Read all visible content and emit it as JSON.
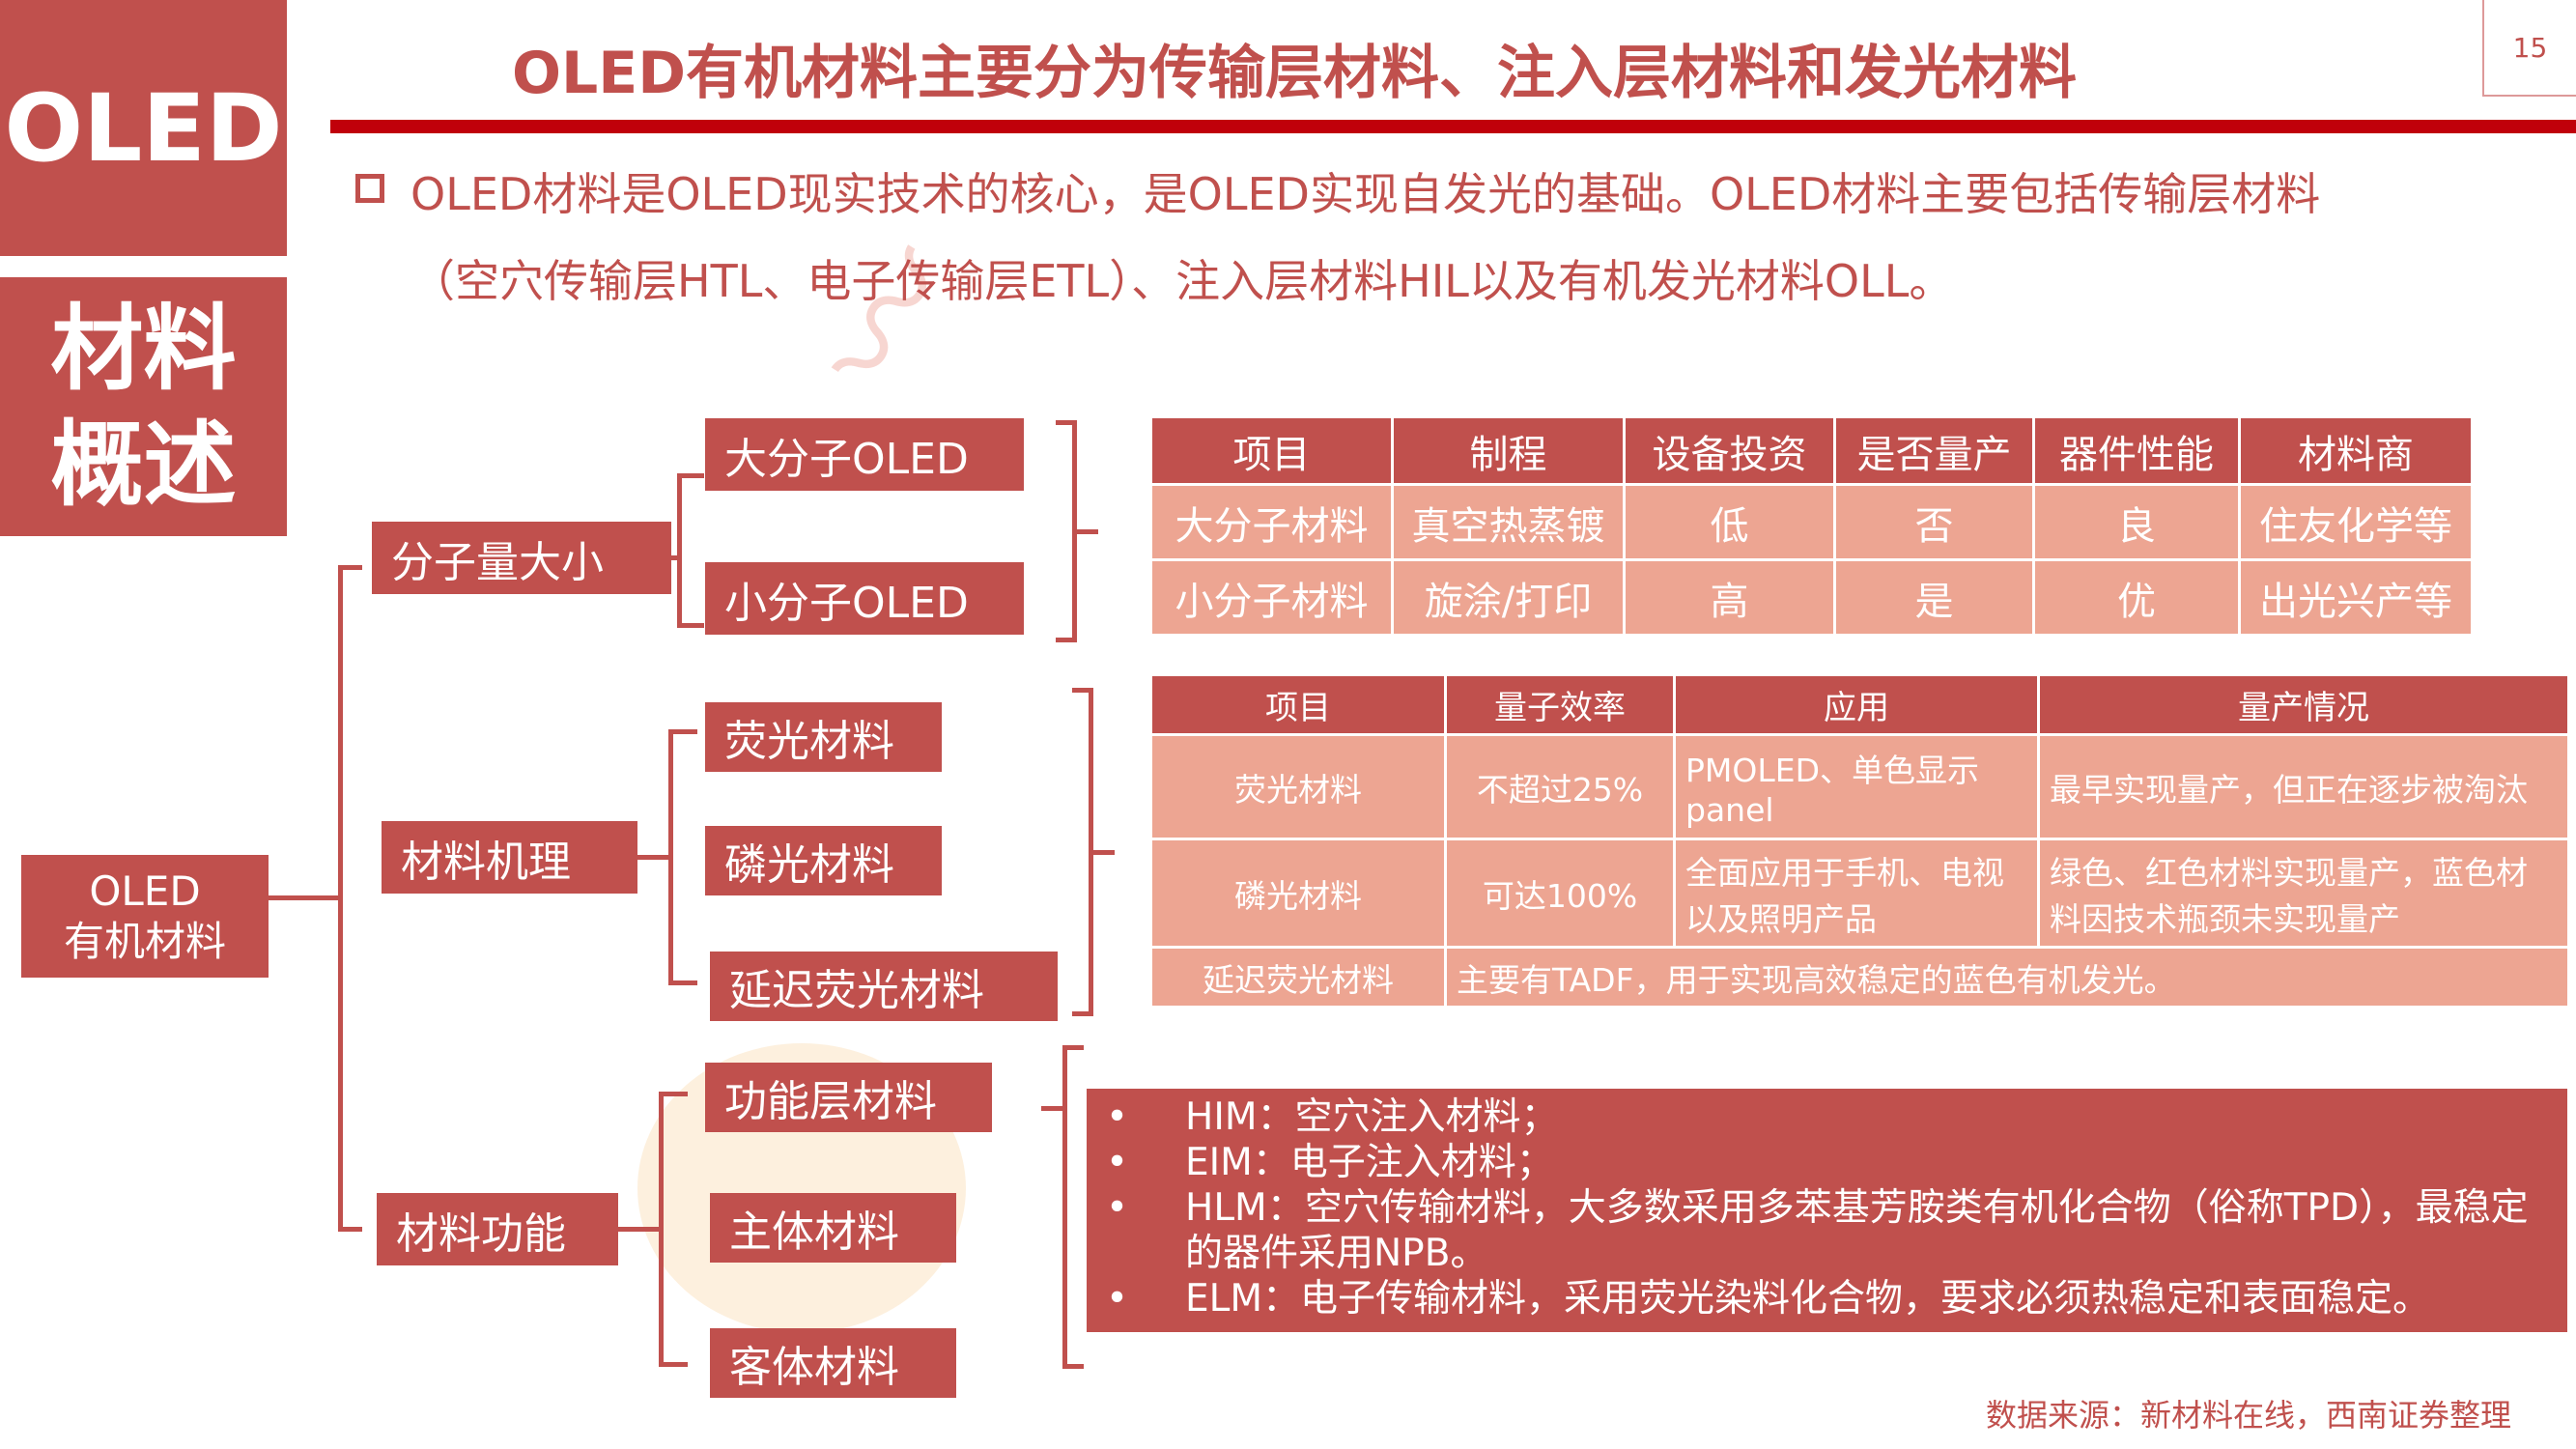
{
  "slide": {
    "title": "OLED有机材料主要分为传输层材料、注入层材料和发光材料",
    "page_number": "15",
    "side_label_1": "OLED",
    "side_label_2_line1": "材料",
    "side_label_2_line2": "概述",
    "intro_line1": "OLED材料是OLED现实技术的核心，是OLED实现自发光的基础。OLED材料主要包括传输层材料",
    "intro_line2": "（空穴传输层HTL、电子传输层ETL）、注入层材料HIL以及有机发光材料OLL。",
    "source": "数据来源：新材料在线，西南证券整理"
  },
  "tree": {
    "root_line1": "OLED",
    "root_line2": "有机材料",
    "level1": [
      "分子量大小",
      "材料机理",
      "材料功能"
    ],
    "molecular": [
      "大分子OLED",
      "小分子OLED"
    ],
    "mechanism": [
      "荧光材料",
      "磷光材料",
      "延迟荧光材料"
    ],
    "function": [
      "功能层材料",
      "主体材料",
      "客体材料"
    ]
  },
  "table_molecular": {
    "headers": [
      "项目",
      "制程",
      "设备投资",
      "是否量产",
      "器件性能",
      "材料商"
    ],
    "rows": [
      [
        "大分子材料",
        "真空热蒸镀",
        "低",
        "否",
        "良",
        "住友化学等"
      ],
      [
        "小分子材料",
        "旋涂/打印",
        "高",
        "是",
        "优",
        "出光兴产等"
      ]
    ]
  },
  "table_mechanism": {
    "headers": [
      "项目",
      "量子效率",
      "应用",
      "量产情况"
    ],
    "rows": [
      [
        "荧光材料",
        "不超过25%",
        "PMOLED、单色显示panel",
        "最早实现量产，但正在逐步被淘汰"
      ],
      [
        "磷光材料",
        "可达100%",
        "全面应用于手机、电视以及照明产品",
        "绿色、红色材料实现量产，蓝色材料因技术瓶颈未实现量产"
      ]
    ],
    "last_row_label": "延迟荧光材料",
    "last_row_text": "主要有TADF，用于实现高效稳定的蓝色有机发光。"
  },
  "function_list": [
    "HIM：空穴注入材料；",
    "EIM：电子注入材料；",
    "HLM：空穴传输材料，大多数采用多苯基芳胺类有机化合物（俗称TPD），最稳定的器件采用NPB。",
    "ELM：电子传输材料，采用荧光染料化合物，要求必须热稳定和表面稳定。"
  ],
  "colors": {
    "accent": "#c0504d",
    "table_body": "#eda592"
  }
}
